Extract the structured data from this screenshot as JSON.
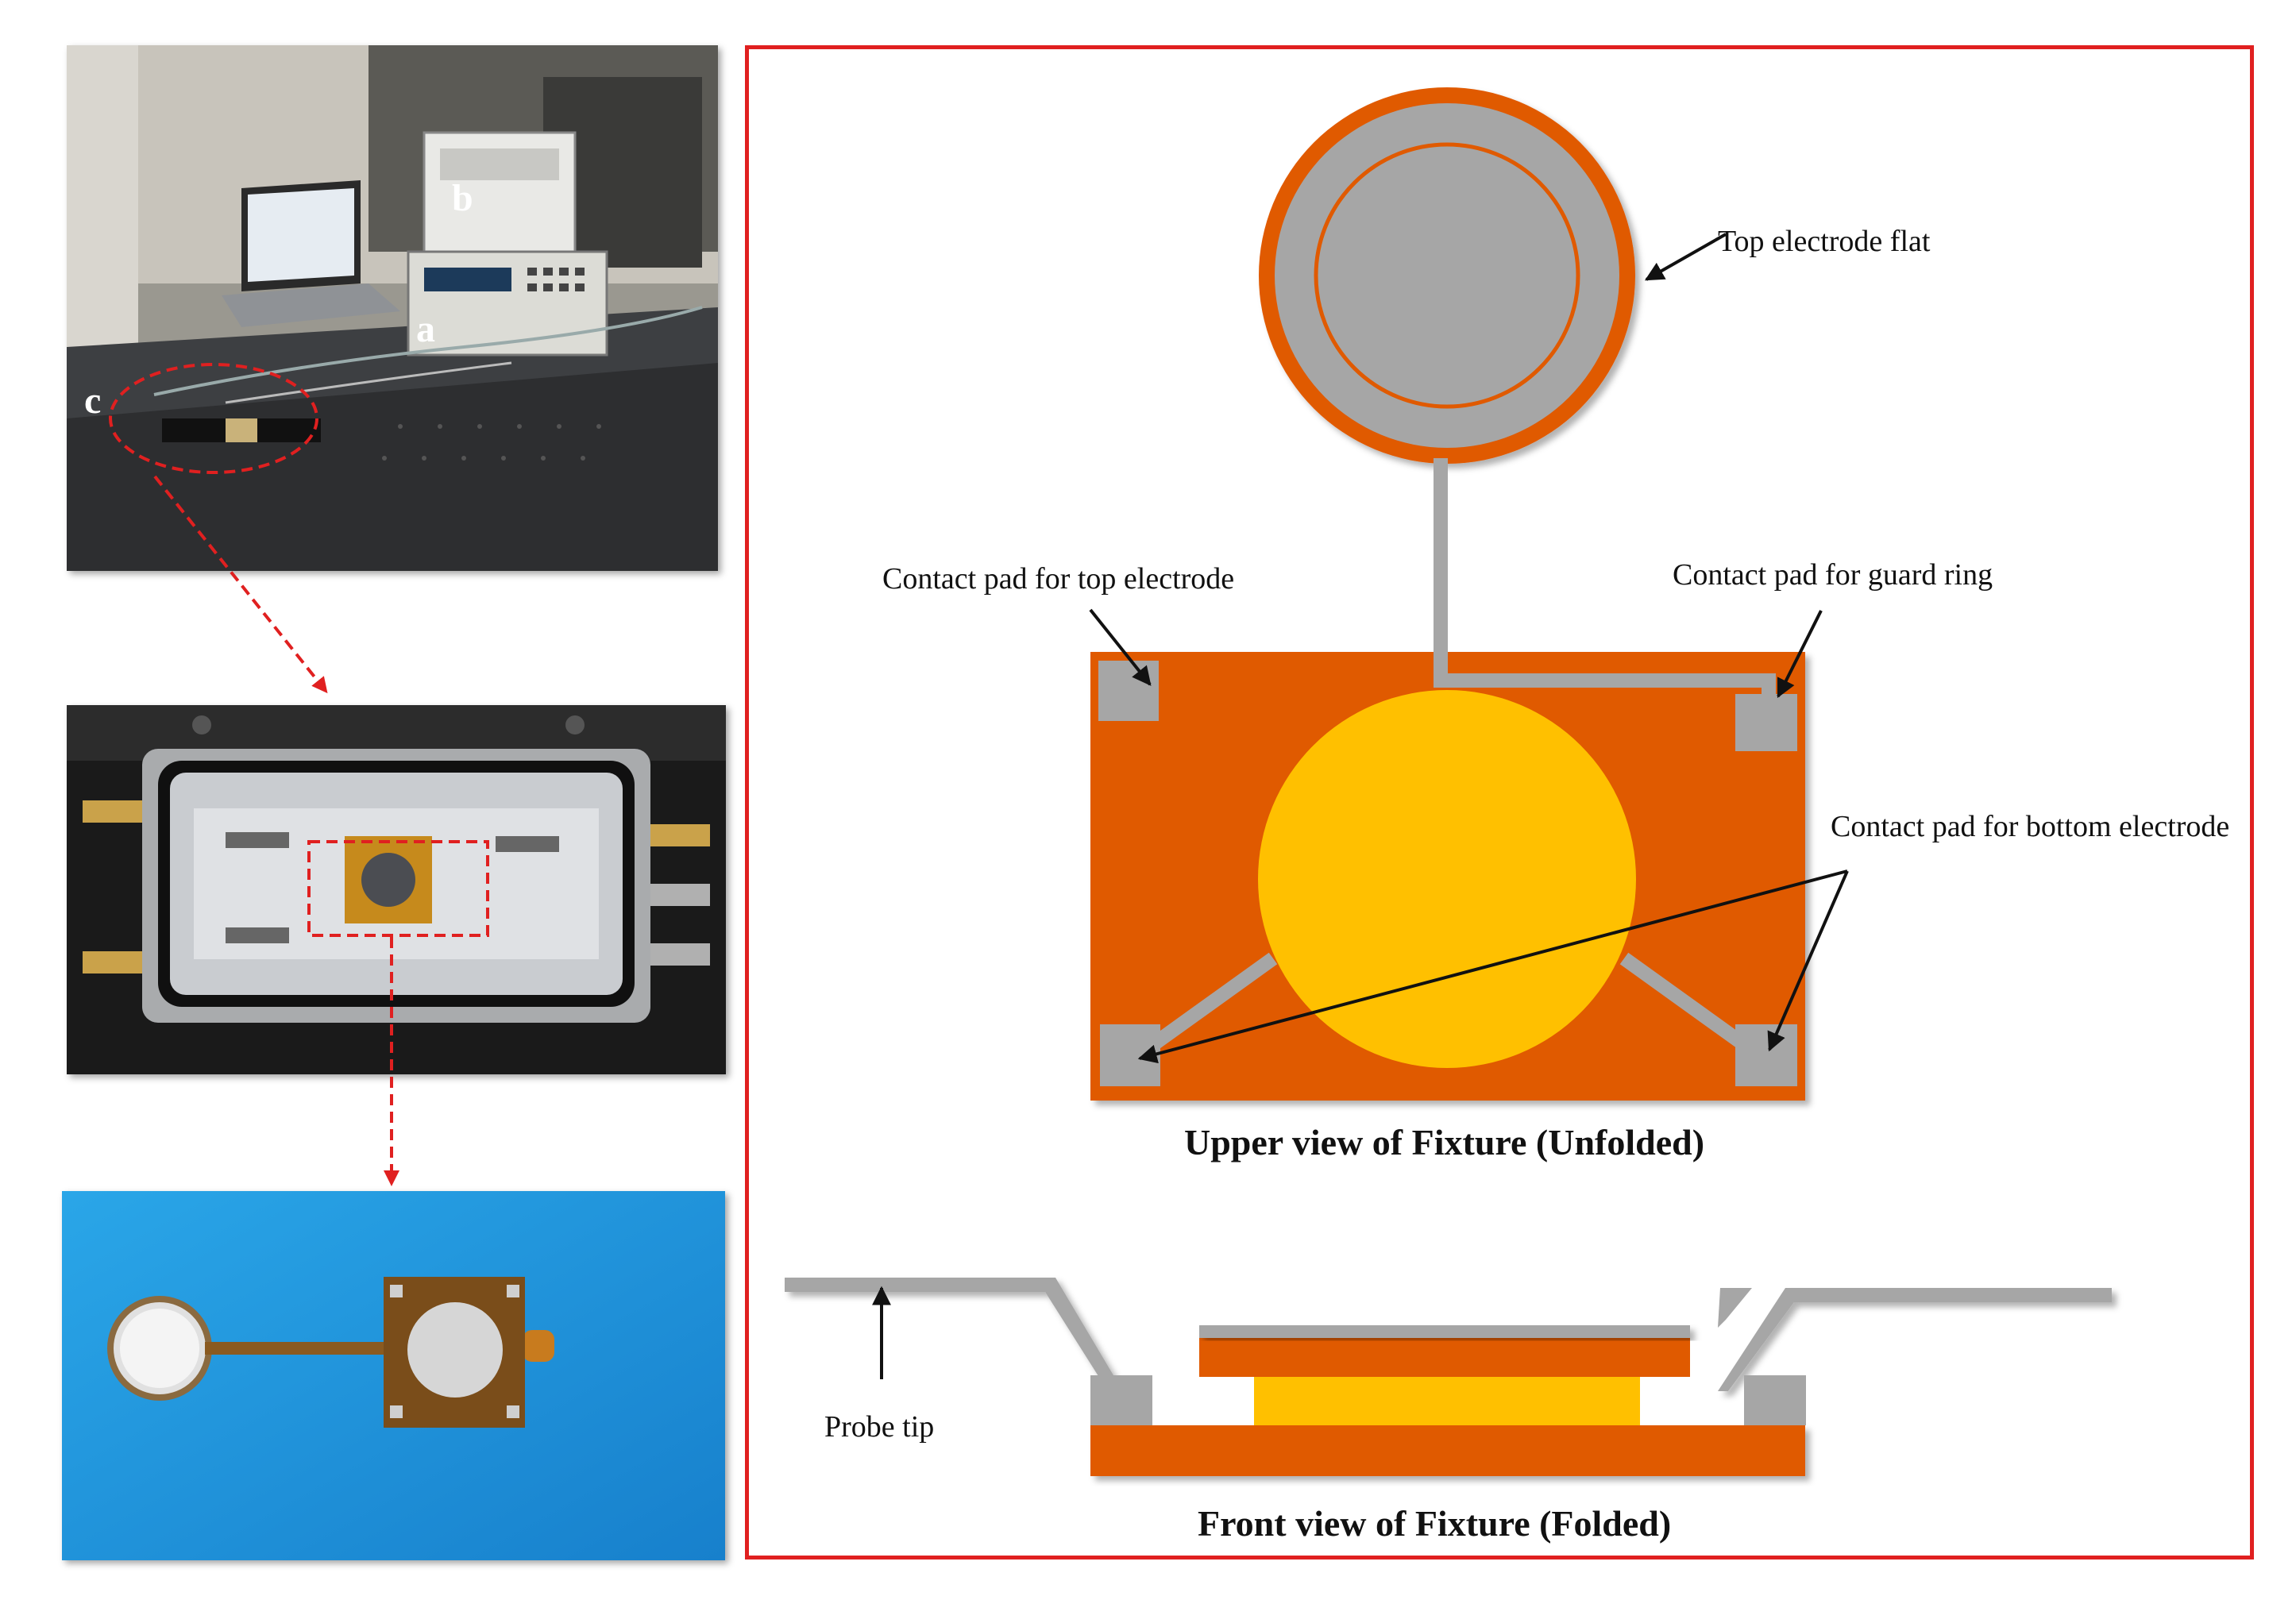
{
  "photos": {
    "setup": {
      "markers": {
        "a": "a",
        "b": "b",
        "c": "c"
      }
    },
    "fixture_box": {},
    "sensor": {}
  },
  "diagram": {
    "labels": {
      "top_electrode": "Top electrode flat",
      "pad_top": "Contact pad for top electrode",
      "pad_guard": "Contact pad for guard ring",
      "pad_bottom": "Contact pad for bottom electrode",
      "probe_tip": "Probe tip"
    },
    "captions": {
      "upper": "Upper view of Fixture (Unfolded)",
      "front": "Front view of Fixture (Folded)"
    }
  },
  "colors": {
    "frame": "#e02020",
    "orange": "#e05a00",
    "yellow": "#ffc000",
    "gray": "#a6a6a6",
    "arrow_red": "#e02020"
  }
}
